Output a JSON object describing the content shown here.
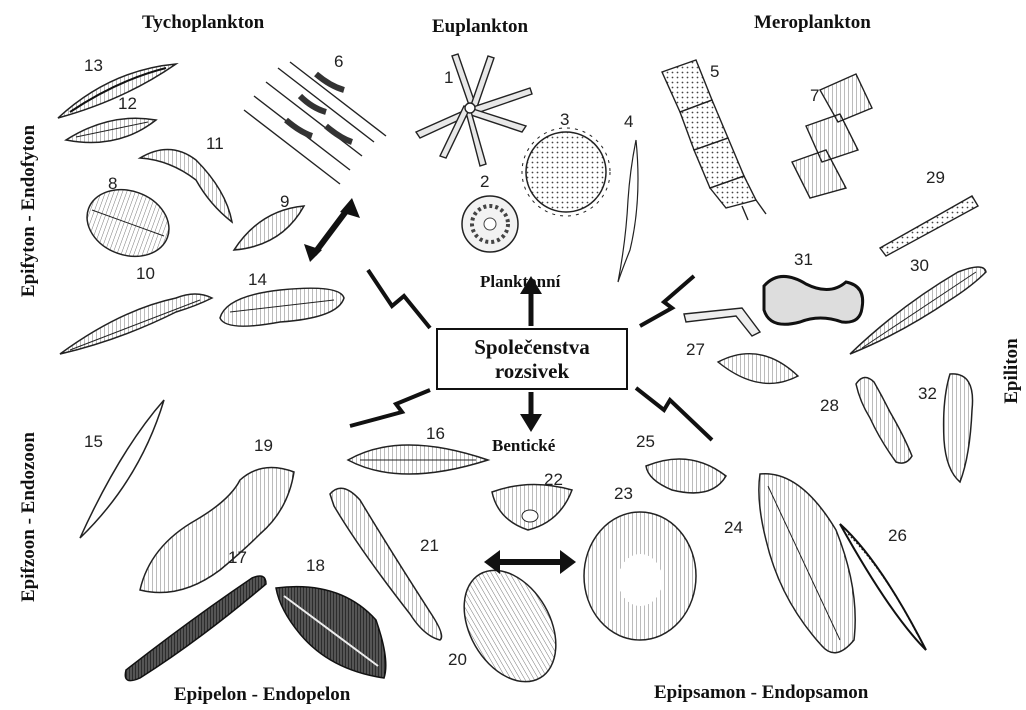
{
  "center": {
    "line1": "Společenstva",
    "line2": "rozsivek"
  },
  "branches": {
    "up": "Planktonní",
    "down": "Bentické"
  },
  "groups": {
    "tychoplankton": "Tychoplankton",
    "euplankton": "Euplankton",
    "meroplankton": "Meroplankton",
    "epifyton": "Epifyton  - Endofyton",
    "epiliton": "Epiliton",
    "epizoon": "Epifzoon - Endozoon",
    "epipelon": "Epipelon - Endopelon",
    "epipsamon": "Epipsamon - Endopsamon"
  },
  "numbers": [
    "1",
    "2",
    "3",
    "4",
    "5",
    "6",
    "7",
    "8",
    "9",
    "10",
    "11",
    "12",
    "13",
    "14",
    "15",
    "16",
    "17",
    "18",
    "19",
    "20",
    "21",
    "22",
    "23",
    "24",
    "25",
    "26",
    "27",
    "28",
    "29",
    "30",
    "31",
    "32"
  ]
}
